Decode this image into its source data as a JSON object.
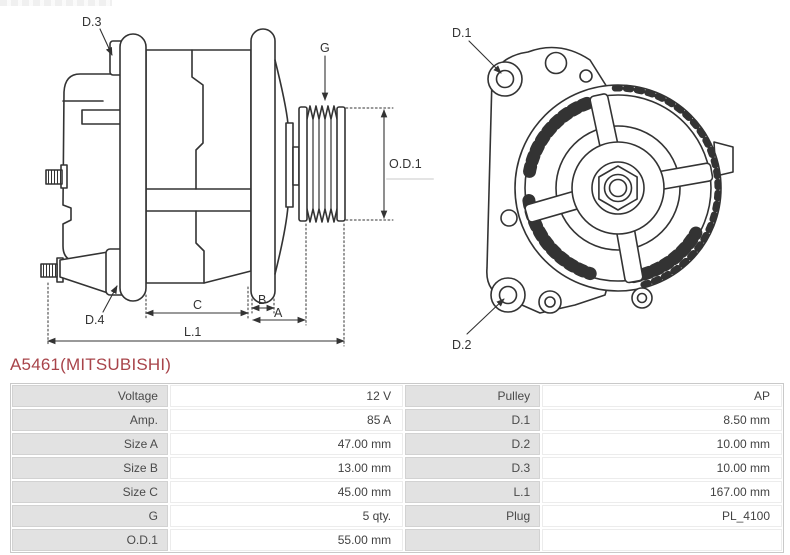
{
  "title": {
    "part_number": "A5461(MITSUBISHI)"
  },
  "colors": {
    "title_accent": "#a8444a",
    "drawing_line": "#333333",
    "table_label_bg": "#e2e2e2",
    "table_border": "#c9c9c9"
  },
  "diagram": {
    "side_view": {
      "labels": {
        "d3": "D.3",
        "g": "G",
        "od1": "O.D.1",
        "d4": "D.4",
        "c": "C",
        "b": "B",
        "a": "A",
        "l1": "L.1"
      }
    },
    "end_view": {
      "labels": {
        "d1": "D.1",
        "d2": "D.2"
      }
    }
  },
  "spec_table": {
    "rows": [
      {
        "label_left": "Voltage",
        "value_left": "12 V",
        "label_right": "Pulley",
        "value_right": "AP"
      },
      {
        "label_left": "Amp.",
        "value_left": "85 A",
        "label_right": "D.1",
        "value_right": "8.50 mm"
      },
      {
        "label_left": "Size A",
        "value_left": "47.00 mm",
        "label_right": "D.2",
        "value_right": "10.00 mm"
      },
      {
        "label_left": "Size B",
        "value_left": "13.00 mm",
        "label_right": "D.3",
        "value_right": "10.00 mm"
      },
      {
        "label_left": "Size C",
        "value_left": "45.00 mm",
        "label_right": "L.1",
        "value_right": "167.00 mm"
      },
      {
        "label_left": "G",
        "value_left": "5 qty.",
        "label_right": "Plug",
        "value_right": "PL_4100"
      },
      {
        "label_left": "O.D.1",
        "value_left": "55.00 mm",
        "label_right": "",
        "value_right": ""
      }
    ]
  }
}
